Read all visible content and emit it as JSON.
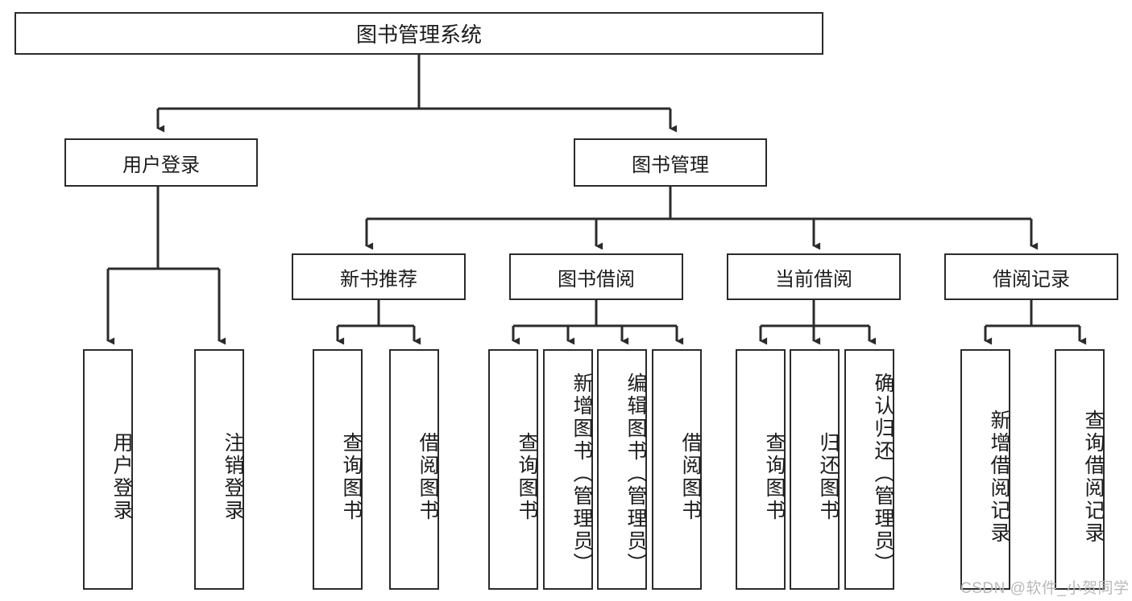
{
  "diagram": {
    "title": "图书管理系统",
    "root": {
      "label": "图书管理系统"
    },
    "level2": [
      {
        "label": "用户登录"
      },
      {
        "label": "图书管理"
      }
    ],
    "level3": [
      {
        "label": "新书推荐"
      },
      {
        "label": "图书借阅"
      },
      {
        "label": "当前借阅"
      },
      {
        "label": "借阅记录"
      }
    ],
    "leaves": {
      "user_login": [
        {
          "label": "用户登录"
        },
        {
          "label": "注销登录"
        }
      ],
      "new_book_recommend": [
        {
          "label": "查询图书"
        },
        {
          "label": "借阅图书"
        }
      ],
      "book_borrow": [
        {
          "label": "查询图书"
        },
        {
          "label": "新增图书（管理员）"
        },
        {
          "label": "编辑图书（管理员）"
        },
        {
          "label": "借阅图书"
        }
      ],
      "current_borrow": [
        {
          "label": "查询图书"
        },
        {
          "label": "归还图书"
        },
        {
          "label": "确认归还（管理员）"
        }
      ],
      "borrow_record": [
        {
          "label": "新增借阅记录"
        },
        {
          "label": "查询借阅记录"
        }
      ]
    }
  },
  "watermark": {
    "text": "CSDN @软件_小贺同学"
  },
  "colors": {
    "box_border": "#2b2b2b",
    "connector": "#2b2b2b",
    "background": "#ffffff",
    "text": "#1c1c1c",
    "watermark": "#b9b9b9"
  }
}
